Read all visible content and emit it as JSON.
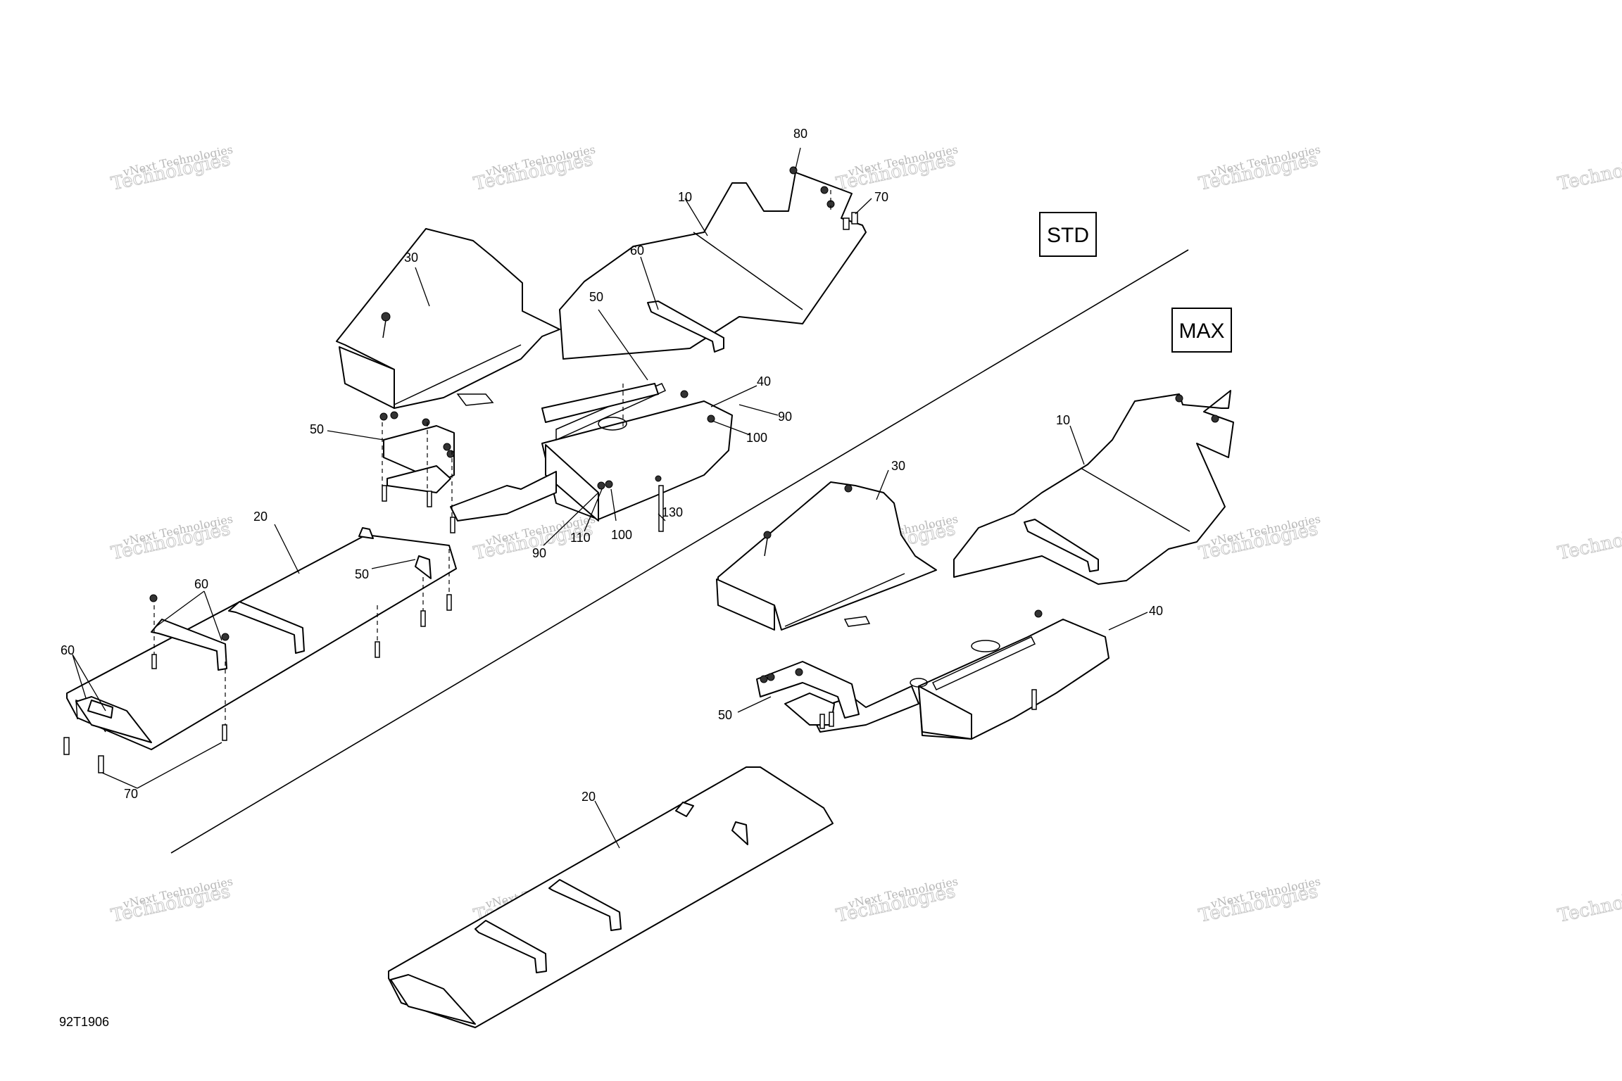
{
  "figure_id": "92T1906",
  "variants": {
    "std": "STD",
    "max": "MAX"
  },
  "watermark": {
    "line1": "vNext Technologies",
    "line2": "Technologies",
    "line3": "vNext"
  },
  "callouts": {
    "std": {
      "c80": "80",
      "c70a": "70",
      "c10": "10",
      "c60a": "60",
      "c30": "30",
      "c50a": "50",
      "c40": "40",
      "c90a": "90",
      "c100a": "100",
      "c50b": "50",
      "c130": "130",
      "c110": "110",
      "c100b": "100",
      "c90b": "90",
      "c20": "20",
      "c50c": "50",
      "c60b": "60",
      "c60c": "60",
      "c70b": "70"
    },
    "max": {
      "c10": "10",
      "c30": "30",
      "c40": "40",
      "c50": "50",
      "c20": "20"
    }
  }
}
